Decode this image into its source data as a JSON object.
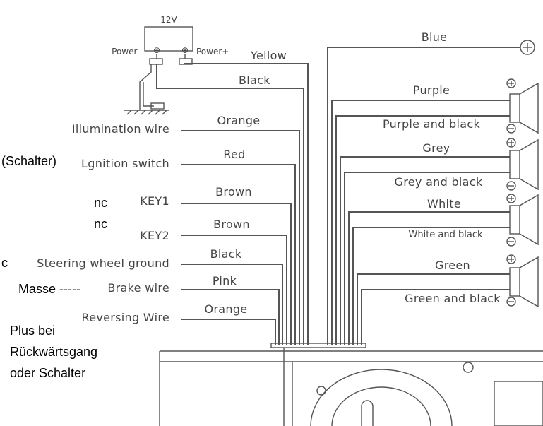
{
  "battery": {
    "voltage": "12V",
    "neg_label": "Power-",
    "pos_label": "Power+",
    "neg_symbol": "⊖",
    "pos_symbol": "⊕"
  },
  "top_wires": {
    "yellow": "Yellow",
    "black": "Black"
  },
  "left_wires": [
    {
      "function": "Illumination wire",
      "color": "Orange"
    },
    {
      "function": "Lgnition switch",
      "color": "Red"
    },
    {
      "function": "KEY1",
      "color": "Brown"
    },
    {
      "function": "KEY2",
      "color": "Brown"
    },
    {
      "function": "Steering wheel ground",
      "color": "Black"
    },
    {
      "function": "Brake wire",
      "color": "Pink"
    },
    {
      "function": "Reversing Wire",
      "color": "Orange"
    }
  ],
  "right_wires": {
    "blue": "Blue",
    "speakers": [
      {
        "pos": "Purple",
        "neg": "Purple and black"
      },
      {
        "pos": "Grey",
        "neg": "Grey and black"
      },
      {
        "pos": "White",
        "neg": "White and black"
      },
      {
        "pos": "Green",
        "neg": "Green and black"
      }
    ]
  },
  "annotations": {
    "schalter": "(Schalter)",
    "nc1": "nc",
    "nc2": "nc",
    "c": "c",
    "masse": "Masse -----",
    "plus_line1": "Plus bei",
    "plus_line2": "Rückwärtsgang",
    "plus_line3": "oder Schalter"
  },
  "colors": {
    "line": "#555555",
    "text": "#444444",
    "annotation": "#000000"
  }
}
